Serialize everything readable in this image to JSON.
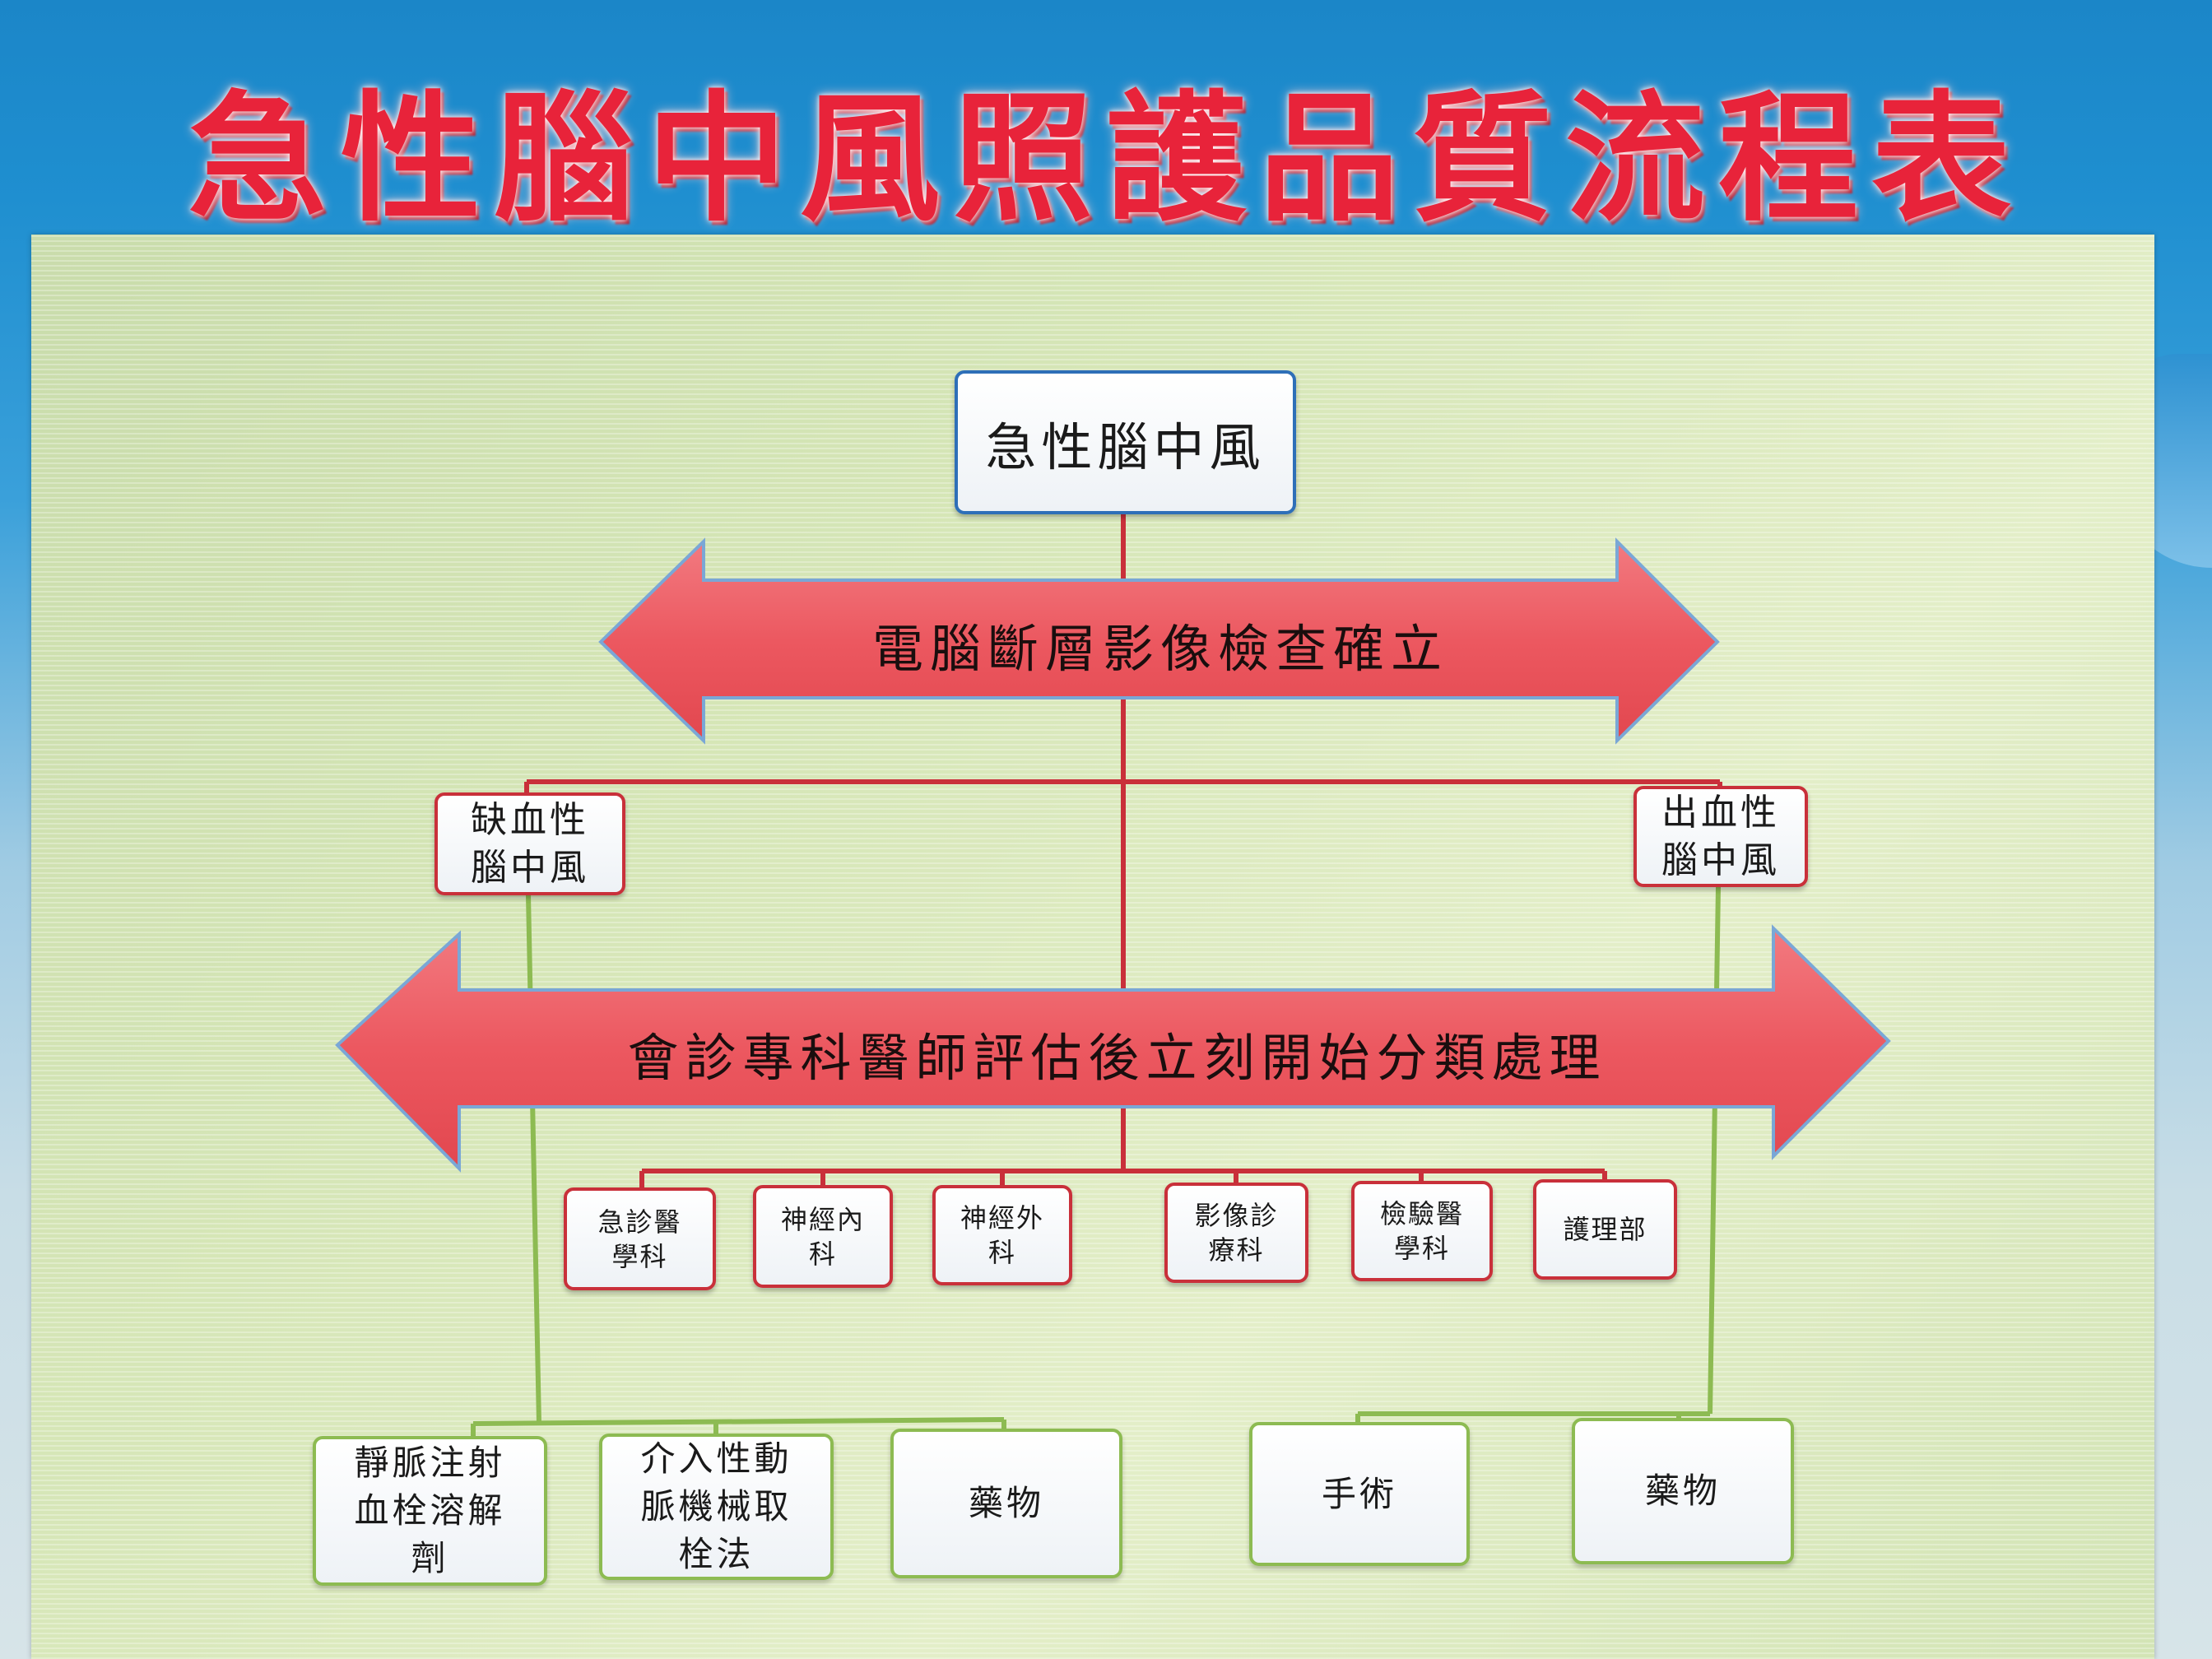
{
  "title": "急性腦中風照護品質流程表",
  "root": "急性腦中風",
  "arrow1": "電腦斷層影像檢查確立",
  "arrow2": "會診專科醫師評估後立刻開始分類處理",
  "ischemic": {
    "line1": "缺血性",
    "line2": "腦中風"
  },
  "hemorrhagic": {
    "line1": "出血性",
    "line2": "腦中風"
  },
  "departments": [
    {
      "line1": "急診醫",
      "line2": "學科"
    },
    {
      "line1": "神經內",
      "line2": "科"
    },
    {
      "line1": "神經外",
      "line2": "科"
    },
    {
      "line1": "影像診",
      "line2": "療科"
    },
    {
      "line1": "檢驗醫",
      "line2": "學科"
    },
    {
      "line1": "護理部",
      "line2": ""
    }
  ],
  "treatments_left": [
    {
      "line1": "靜脈注射",
      "line2": "血栓溶解",
      "line3": "劑"
    },
    {
      "line1": "介入性動",
      "line2": "脈機械取",
      "line3": "栓法"
    },
    {
      "line1": "藥物",
      "line2": "",
      "line3": ""
    }
  ],
  "treatments_right": [
    {
      "line1": "手術"
    },
    {
      "line1": "藥物"
    }
  ],
  "colors": {
    "title": "#e8233a",
    "arrow_fill": "#ee5a62",
    "red_connector": "#c9303a",
    "green_connector": "#8dbb52",
    "root_border": "#2e6fb8"
  }
}
